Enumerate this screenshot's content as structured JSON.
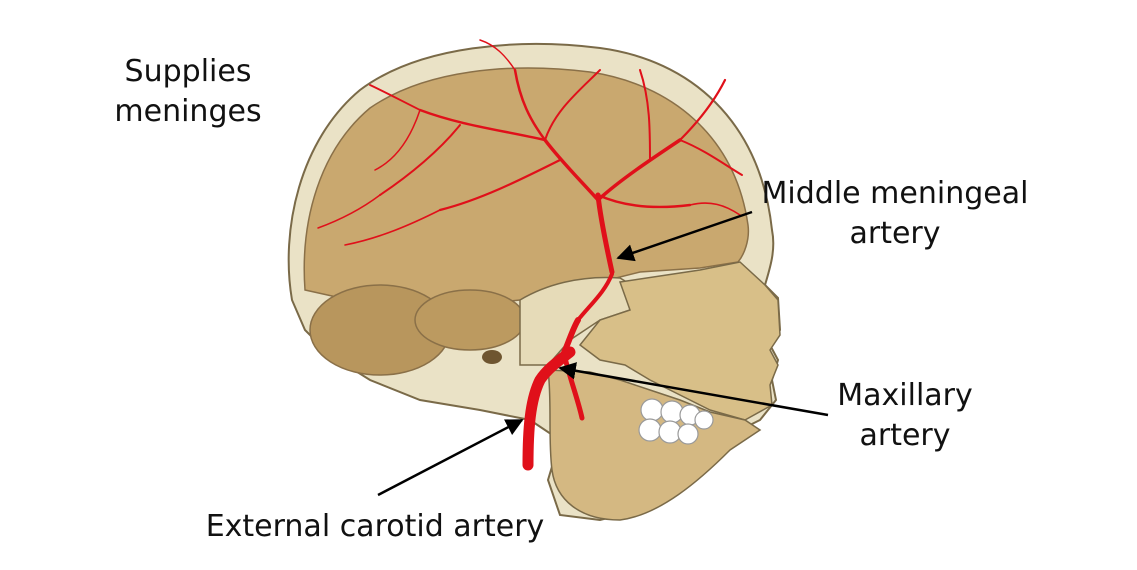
{
  "labels": {
    "supplies": {
      "line1": "Supplies",
      "line2": "meninges"
    },
    "middle_meningeal": {
      "line1": "Middle meningeal",
      "line2": "artery"
    },
    "maxillary": {
      "line1": "Maxillary",
      "line2": "artery"
    },
    "external_carotid": {
      "line1": "External carotid artery"
    }
  },
  "colors": {
    "bone_outer": "#e9e0c4",
    "bone_inner": "#c4a36b",
    "bone_shadow": "#a8864f",
    "artery": "#e0101a",
    "teeth": "#ffffff",
    "arrow": "#000000"
  }
}
